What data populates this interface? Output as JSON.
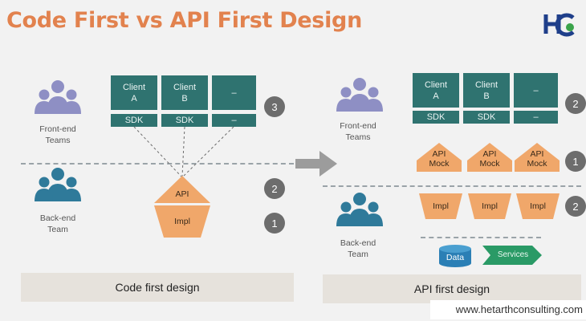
{
  "header": {
    "title": "Code First vs API First Design"
  },
  "footer": {
    "url": "www.hetarthconsulting.com"
  },
  "colors": {
    "title": "#e2824e",
    "teal": "#2f7370",
    "orange": "#f0a76a",
    "front_team": "#8e8fc4",
    "back_team": "#2f7a9a"
  },
  "left": {
    "front_label": "Front-end\nTeams",
    "back_label": "Back-end\nTeam",
    "clients": [
      "Client\nA",
      "Client\nB",
      "–"
    ],
    "sdks": [
      "SDK",
      "SDK",
      "–"
    ],
    "api": "API",
    "impl": "Impl",
    "numbers": [
      "3",
      "2",
      "1"
    ],
    "caption": "Code first design"
  },
  "right": {
    "front_label": "Front-end\nTeams",
    "back_label": "Back-end\nTeam",
    "clients": [
      "Client\nA",
      "Client\nB",
      "–"
    ],
    "sdks": [
      "SDK",
      "SDK",
      "–"
    ],
    "mocks": [
      "API\nMock",
      "API\nMock",
      "API\nMock"
    ],
    "impls": [
      "Impl",
      "Impl",
      "Impl"
    ],
    "data": "Data",
    "services": "Services",
    "numbers": [
      "2",
      "1",
      "2"
    ],
    "caption": "API first design"
  }
}
